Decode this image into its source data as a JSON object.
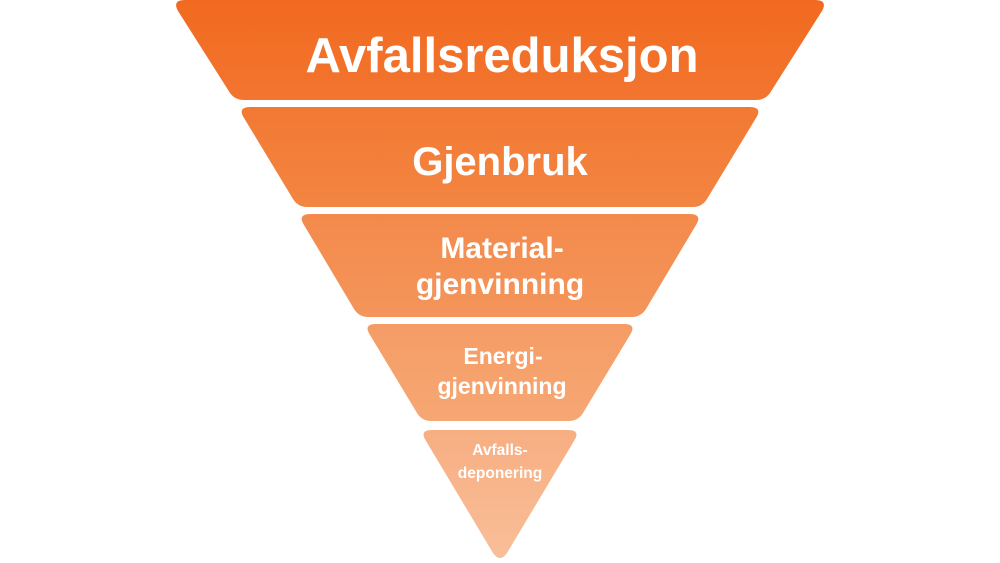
{
  "diagram": {
    "type": "inverted-pyramid",
    "colors": {
      "tier_fills": [
        "#f16f23",
        "#f27f3a",
        "#f38f52",
        "#f5a16c",
        "#f7b58c"
      ],
      "text": "#ffffff"
    },
    "tiers": [
      {
        "lines": [
          "Avfallsreduksjon"
        ]
      },
      {
        "lines": [
          "Gjenbruk"
        ]
      },
      {
        "lines": [
          "Material-",
          "gjenvinning"
        ]
      },
      {
        "lines": [
          "Energi-",
          "gjenvinning"
        ]
      },
      {
        "lines": [
          "Avfalls-",
          "deponering"
        ]
      }
    ]
  }
}
